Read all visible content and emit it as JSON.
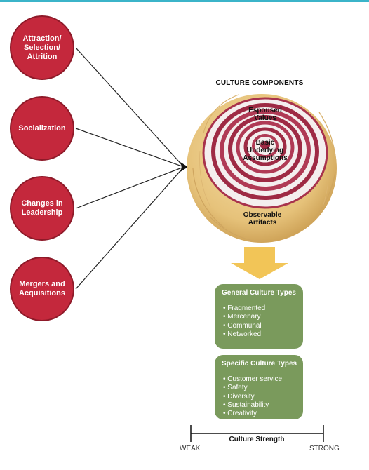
{
  "influences": [
    "Attraction/\nSelection/\nAttrition",
    "Socialization",
    "Changes in\nLeadership",
    "Mergers and\nAcquisitions"
  ],
  "components": {
    "title": "CULTURE COMPONENTS",
    "espoused": "Espoused\nValues",
    "basic": "Basic\nUnderlying\nAssumptions",
    "observable": "Observable\nArtifacts"
  },
  "general_types": {
    "title": "General Culture Types",
    "items": [
      "Fragmented",
      "Mercenary",
      "Communal",
      "Networked"
    ]
  },
  "specific_types": {
    "title": "Specific Culture Types",
    "items": [
      "Customer service",
      "Safety",
      "Diversity",
      "Sustainability",
      "Creativity"
    ]
  },
  "scale": {
    "title": "Culture Strength",
    "weak": "WEAK",
    "strong": "STRONG"
  },
  "colors": {
    "circle": "#c4283c",
    "box": "#7a9a5c",
    "arrow": "#f2c557",
    "onion_red": "#9e2a44",
    "onion_skin": "#e6c27a"
  }
}
